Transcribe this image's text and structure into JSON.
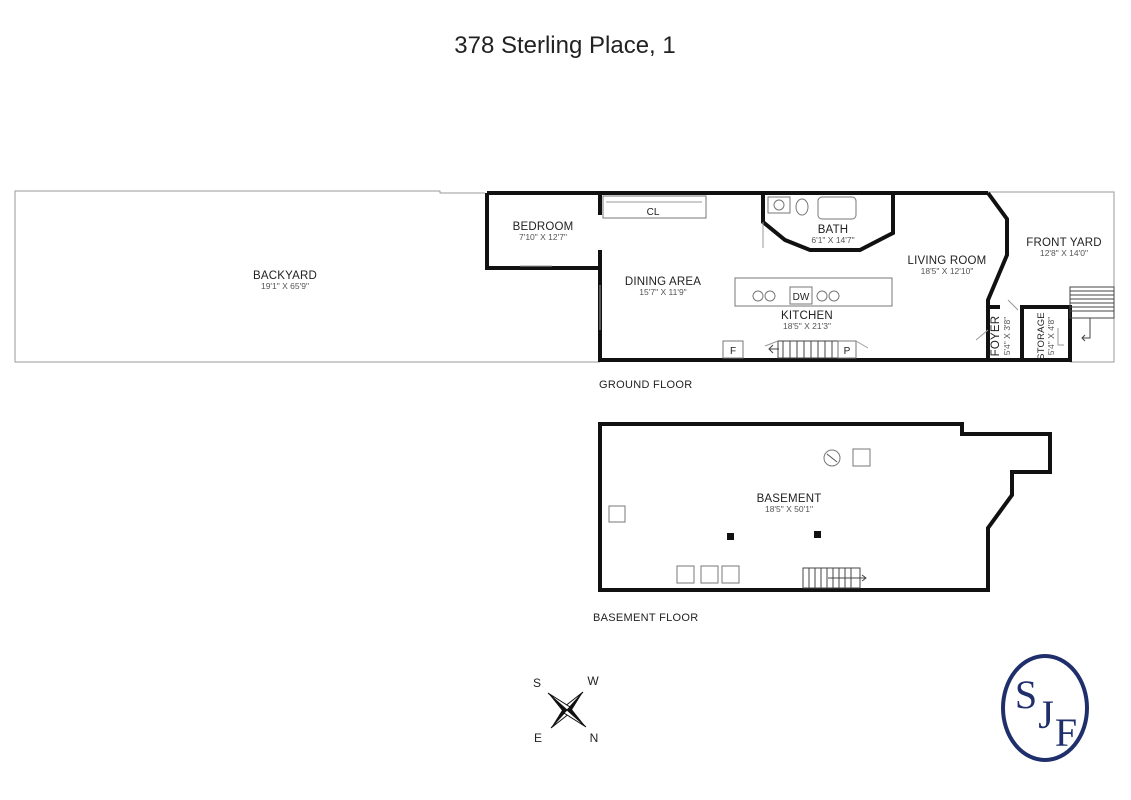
{
  "title": "378 Sterling Place, 1",
  "ground_floor": {
    "label": "GROUND FLOOR",
    "rooms": {
      "backyard": {
        "name": "BACKYARD",
        "dims": "19'1\" X 65'9\""
      },
      "bedroom": {
        "name": "BEDROOM",
        "dims": "7'10\" X 12'7\""
      },
      "dining": {
        "name": "DINING AREA",
        "dims": "15'7\" X 11'9\""
      },
      "bath": {
        "name": "BATH",
        "dims": "6'1\" X 14'7\""
      },
      "living": {
        "name": "LIVING ROOM",
        "dims": "18'5\" X 12'10\""
      },
      "front_yard": {
        "name": "FRONT YARD",
        "dims": "12'8\" X 14'0\""
      },
      "kitchen": {
        "name": "KITCHEN",
        "dims": "18'5\" X 21'3\""
      },
      "foyer": {
        "name": "FOYER",
        "dims": "5'4\" X 3'8\""
      },
      "storage": {
        "name": "STORAGE",
        "dims": "5'4\" X 4'8\""
      }
    },
    "tags": {
      "closet": "CL",
      "dishwasher": "DW",
      "fridge": "F",
      "pantry": "P"
    }
  },
  "basement_floor": {
    "label": "BASEMENT FLOOR",
    "rooms": {
      "basement": {
        "name": "BASEMENT",
        "dims": "18'5\" X 50'1\""
      }
    }
  },
  "compass": {
    "s": "S",
    "w": "W",
    "e": "E",
    "n": "N"
  },
  "logo": {
    "text": "SJF",
    "color": "#1f2f6b"
  }
}
